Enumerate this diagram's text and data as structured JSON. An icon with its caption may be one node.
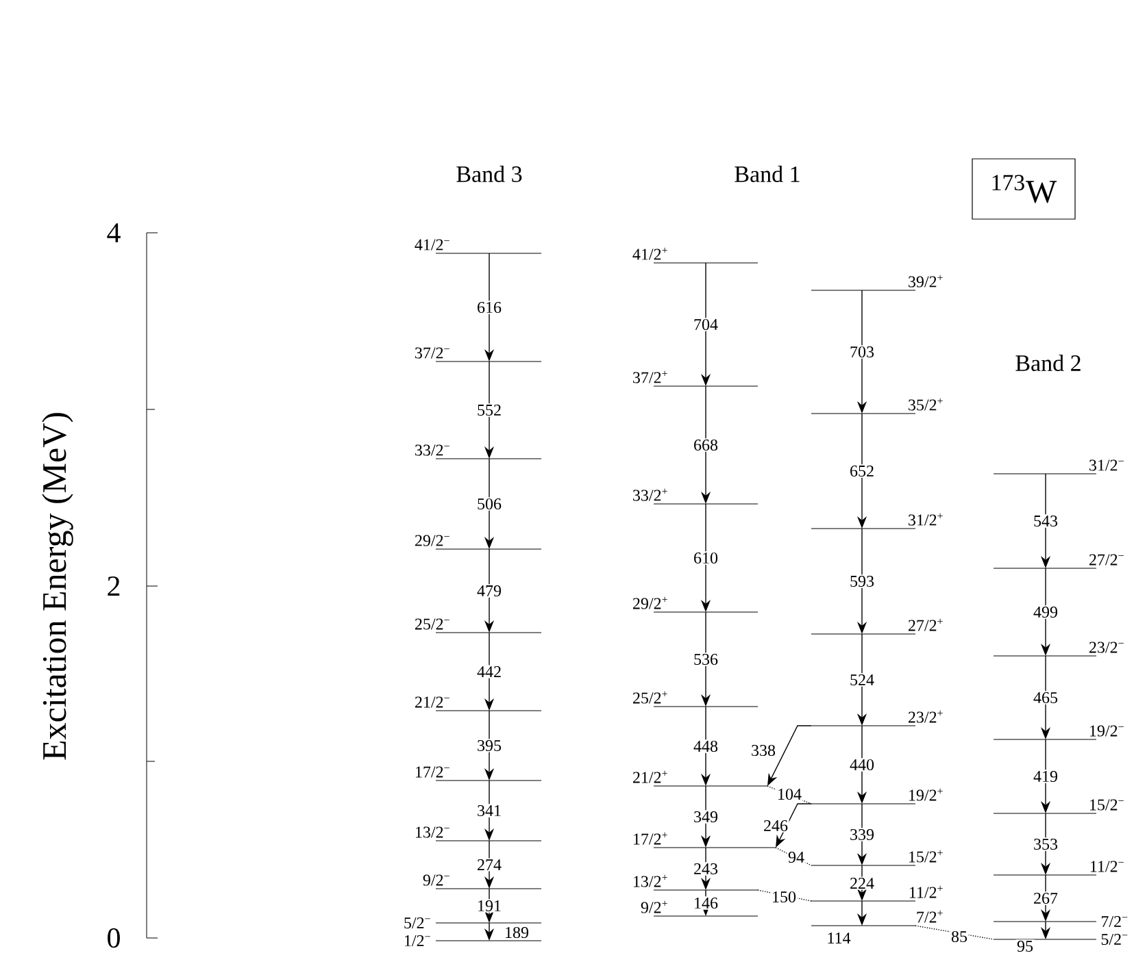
{
  "diagram": {
    "nodes": [
      {
        "text": [
          "$^{173}$W"
        ]
      },
      {
        "text": [
          "41/2$^{−}$"
        ]
      },
      {
        "text": [
          "37/2$^{−}$"
        ]
      },
      {
        "text": [
          "33/2$^{−}$"
        ]
      },
      {
        "text": [
          "29/2$^{−}$"
        ]
      },
      {
        "text": [
          "25/2$^{−}$"
        ]
      },
      {
        "text": [
          "21/2$^{−}$"
        ]
      },
      {
        "text": [
          "17/2$^{−}$"
        ]
      },
      {
        "text": [
          "13/2$^{−}$"
        ]
      },
      {
        "text": [
          "9/2$^{−}$"
        ]
      },
      {
        "text": [
          "5/2$^{−}$"
        ]
      },
      {
        "text": [
          "1/2$^{−}$"
        ]
      },
      {
        "text": [
          "41/2$^{+}$"
        ]
      },
      {
        "text": [
          "37/2$^{+}$"
        ]
      },
      {
        "text": [
          "33/2$^{+}$"
        ]
      },
      {
        "text": [
          "29/2$^{+}$"
        ]
      },
      {
        "text": [
          "25/2$^{+}$"
        ]
      },
      {
        "text": [
          "21/2$^{+}$"
        ]
      },
      {
        "text": [
          "17/2$^{+}$"
        ]
      },
      {
        "text": [
          "13/2$^{+}$"
        ]
      },
      {
        "text": [
          "9/2$^{+}$"
        ]
      },
      {
        "text": [
          "39/2$^{+}$"
        ]
      },
      {
        "text": [
          "35/2$^{+}$"
        ]
      },
      {
        "text": [
          "31/2$^{+}$"
        ]
      },
      {
        "text": [
          "27/2$^{+}$"
        ]
      },
      {
        "text": [
          "23/2$^{+}$"
        ]
      },
      {
        "text": [
          "19/2$^{+}$"
        ]
      },
      {
        "text": [
          "15/2$^{+}$"
        ]
      },
      {
        "text": [
          "11/2$^{+}$"
        ]
      },
      {
        "text": [
          "7/2$^{+}$"
        ]
      },
      {
        "text": [
          "31/2$^{−}$"
        ]
      },
      {
        "text": [
          "27/2$^{−}$"
        ]
      },
      {
        "text": [
          "23/2$^{−}$"
        ]
      },
      {
        "text": [
          "19/2$^{−}$"
        ]
      },
      {
        "text": [
          "15/2$^{−}$"
        ]
      },
      {
        "text": [
          "11/2$^{−}$"
        ]
      },
      {
        "text": [
          "7/2$^{−}$"
        ]
      },
      {
        "text": [
          "5/2$^{−}$"
        ]
      }
    ],
    "edges": [
      {
        "from": 1,
        "to": 2,
        "arrow": "to",
        "label": "616"
      },
      {
        "from": 2,
        "to": 3,
        "arrow": "to",
        "label": "552"
      },
      {
        "from": 3,
        "to": 4,
        "arrow": "to",
        "label": "506"
      },
      {
        "from": 4,
        "to": 5,
        "arrow": "to",
        "label": "479"
      },
      {
        "from": 5,
        "to": 6,
        "arrow": "to",
        "label": "442"
      },
      {
        "from": 6,
        "to": 7,
        "arrow": "to",
        "label": "395"
      },
      {
        "from": 7,
        "to": 8,
        "arrow": "to",
        "label": "341"
      },
      {
        "from": 8,
        "to": 9,
        "arrow": "to",
        "label": "274"
      },
      {
        "from": 9,
        "to": 10,
        "arrow": "to",
        "label": "191"
      },
      {
        "from": 10,
        "to": 11,
        "arrow": "to",
        "label": "189"
      },
      {
        "from": 12,
        "to": 13,
        "arrow": "to",
        "label": "704"
      },
      {
        "from": 13,
        "to": 14,
        "arrow": "to",
        "label": "668"
      },
      {
        "from": 14,
        "to": 15,
        "arrow": "to",
        "label": "610"
      },
      {
        "from": 15,
        "to": 16,
        "arrow": "to",
        "label": "536"
      },
      {
        "from": 16,
        "to": 17,
        "arrow": "to",
        "label": "448"
      },
      {
        "from": 17,
        "to": 18,
        "arrow": "to",
        "label": "349"
      },
      {
        "from": 18,
        "to": 19,
        "arrow": "to",
        "label": "243"
      },
      {
        "from": 19,
        "to": 20,
        "arrow": "to",
        "label": "146"
      },
      {
        "from": 21,
        "to": 22,
        "arrow": "to",
        "label": "703"
      },
      {
        "from": 22,
        "to": 23,
        "arrow": "to",
        "label": "652"
      },
      {
        "from": 23,
        "to": 24,
        "arrow": "to",
        "label": "593"
      },
      {
        "from": 24,
        "to": 25,
        "arrow": "to",
        "label": "524"
      },
      {
        "from": 25,
        "to": 26,
        "arrow": "to",
        "label": "440"
      },
      {
        "from": 26,
        "to": 27,
        "arrow": "to",
        "label": "339"
      },
      {
        "from": 27,
        "to": 28,
        "arrow": "to",
        "label": "224"
      },
      {
        "from": 28,
        "to": 29,
        "arrow": "to",
        "label": "114"
      },
      {
        "from": 25,
        "to": 17,
        "arrow": "to",
        "label": "338"
      },
      {
        "from": 17,
        "to": 26,
        "arrow": "none",
        "label": "104",
        "style": "dashed"
      },
      {
        "from": 26,
        "to": 18,
        "arrow": "to",
        "label": "246"
      },
      {
        "from": 18,
        "to": 27,
        "arrow": "none",
        "label": "94",
        "style": "dashed"
      },
      {
        "from": 19,
        "to": 28,
        "arrow": "none",
        "label": "150",
        "style": "dashed"
      },
      {
        "from": 29,
        "to": 37,
        "arrow": "none",
        "label": "85",
        "style": "dashed"
      },
      {
        "from": 30,
        "to": 31,
        "arrow": "to",
        "label": "543"
      },
      {
        "from": 31,
        "to": 32,
        "arrow": "to",
        "label": "499"
      },
      {
        "from": 32,
        "to": 33,
        "arrow": "to",
        "label": "465"
      },
      {
        "from": 33,
        "to": 34,
        "arrow": "to",
        "label": "419"
      },
      {
        "from": 34,
        "to": 35,
        "arrow": "to",
        "label": "353"
      },
      {
        "from": 35,
        "to": 36,
        "arrow": "to",
        "label": "267"
      },
      {
        "from": 36,
        "to": 37,
        "arrow": "to",
        "label": "95"
      }
    ],
    "labels": [
      "Band 3",
      "Band 1",
      "Band 2",
      "Excitation Energy (MeV)",
      "4",
      "2",
      "0"
    ]
  }
}
